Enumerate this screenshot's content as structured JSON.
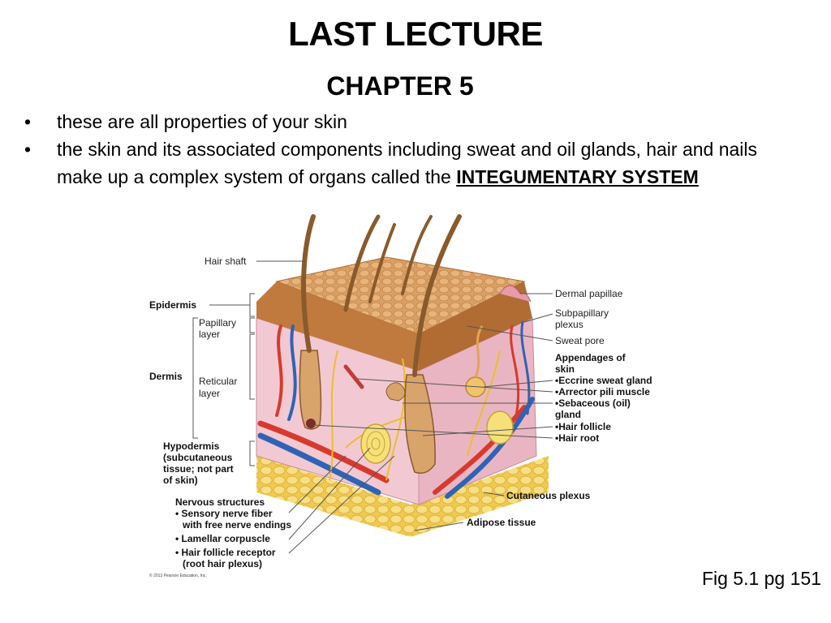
{
  "slide": {
    "title": "LAST LECTURE",
    "subtitle": "CHAPTER 5",
    "bullet1": "these are all properties of your skin",
    "bullet2_a": "the skin and its associated components including sweat and oil glands, hair and nails make up a complex system of organs called the ",
    "bullet2_em": "INTEGUMENTARY SYSTEM",
    "bullet_symbol": "•",
    "caption": "Fig 5.1 pg 151"
  },
  "figure": {
    "left_labels": {
      "hair_shaft": "Hair shaft",
      "epidermis": "Epidermis",
      "papillary_1": "Papillary",
      "papillary_2": "layer",
      "dermis": "Dermis",
      "reticular_1": "Reticular",
      "reticular_2": "layer",
      "hypodermis_1": "Hypodermis",
      "hypodermis_2": "(subcutaneous",
      "hypodermis_3": "tissue; not part",
      "hypodermis_4": "of skin)",
      "nervous_title": "Nervous structures",
      "nerve_1a": "• Sensory nerve fiber",
      "nerve_1b": "with free nerve endings",
      "nerve_2": "• Lamellar corpuscle",
      "nerve_3a": "• Hair follicle receptor",
      "nerve_3b": "(root hair plexus)"
    },
    "right_labels": {
      "dermal_papillae": "Dermal papillae",
      "subpapillary_1": "Subpapillary",
      "subpapillary_2": "plexus",
      "sweat_pore": "Sweat pore",
      "appendages_1": "Appendages of",
      "appendages_2": "skin",
      "eccrine": "•Eccrine sweat gland",
      "arrector": "•Arrector pili muscle",
      "sebaceous_1": "•Sebaceous (oil)",
      "sebaceous_2": "gland",
      "hair_follicle": "•Hair follicle",
      "hair_root": "•Hair root",
      "cutaneous": "Cutaneous plexus",
      "adipose": "Adipose tissue"
    },
    "copyright": "© 2013 Pearson Education, Inc.",
    "colors": {
      "epidermis": "#c9874a",
      "dermis": "#f2c9d2",
      "adipose": "#f3d36a",
      "artery": "#d63a2e",
      "vein": "#2f63b5",
      "nerve": "#e8c02a",
      "hair": "#8a5a2b"
    }
  }
}
